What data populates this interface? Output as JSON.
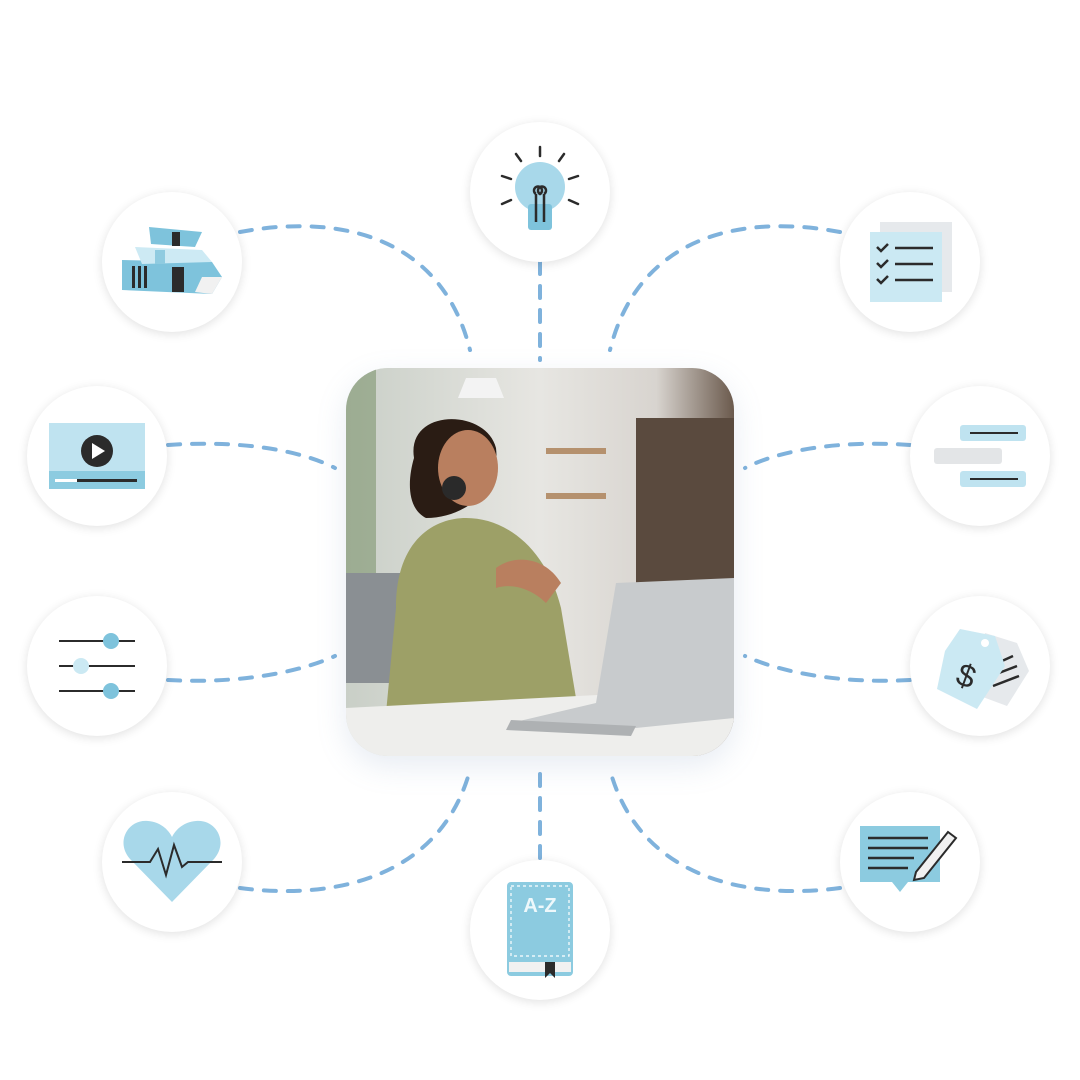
{
  "colors": {
    "accent": "#7fb2dc",
    "icon_fill": "#8ccbe0",
    "icon_light": "#cbe9f3",
    "ink": "#2b2b2b"
  },
  "center": {
    "image": "woman-with-headset-at-laptop"
  },
  "nodes": [
    {
      "id": "books",
      "icon": "stack-of-books-icon"
    },
    {
      "id": "idea",
      "icon": "lightbulb-icon"
    },
    {
      "id": "checklist",
      "icon": "checklist-icon"
    },
    {
      "id": "video",
      "icon": "video-player-icon"
    },
    {
      "id": "text-blocks",
      "icon": "text-blocks-icon"
    },
    {
      "id": "settings",
      "icon": "sliders-icon"
    },
    {
      "id": "pricing",
      "icon": "price-tags-icon",
      "symbol": "$"
    },
    {
      "id": "health",
      "icon": "heart-pulse-icon"
    },
    {
      "id": "glossary",
      "icon": "glossary-book-icon",
      "label": "A-Z"
    },
    {
      "id": "notes",
      "icon": "note-with-pencil-icon"
    }
  ]
}
